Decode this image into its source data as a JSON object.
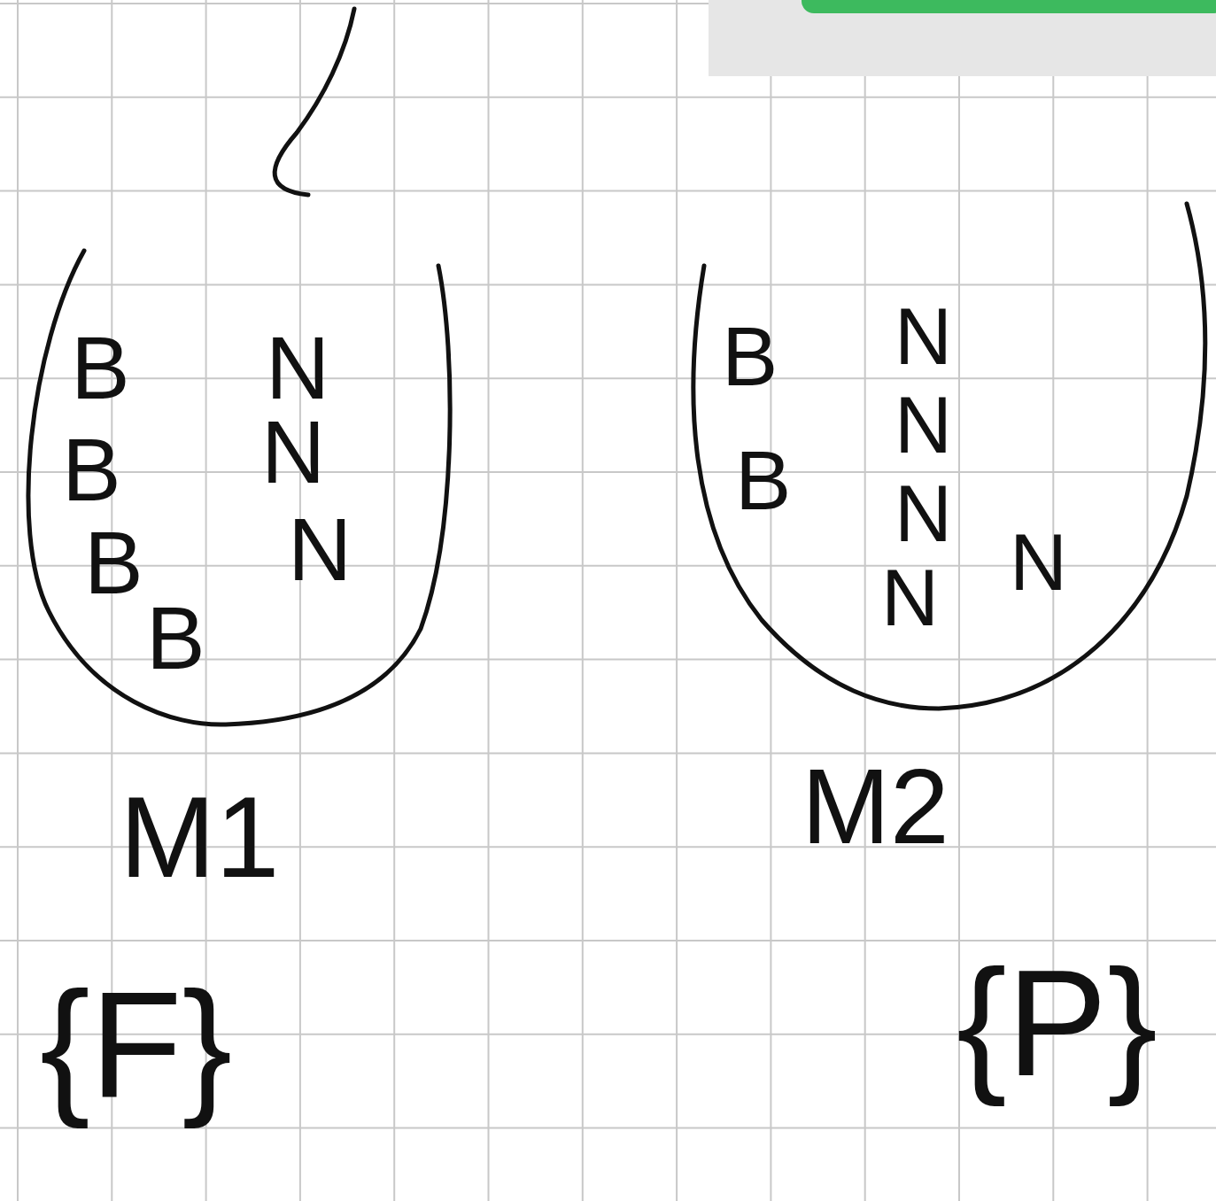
{
  "diagram": {
    "nodes": [
      {
        "text": [
          "B",
          "B",
          "B",
          "B",
          "N",
          "N",
          "N",
          "M1"
        ]
      },
      {
        "text": [
          "B",
          "B",
          "N",
          "N",
          "N",
          "N",
          "N",
          "M2"
        ]
      }
    ],
    "labels": [
      "{F}",
      "{P}"
    ]
  }
}
